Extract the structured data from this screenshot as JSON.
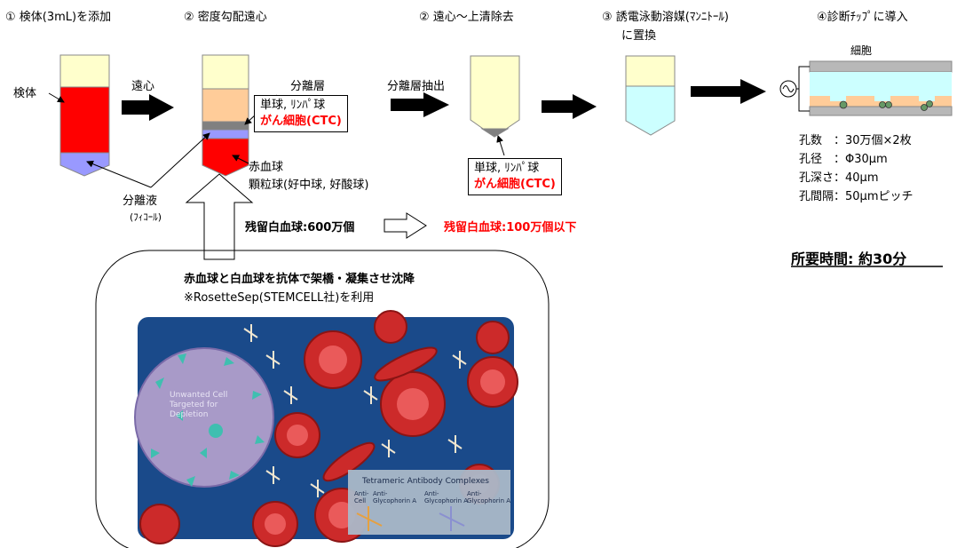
{
  "steps": {
    "s1": "① 検体(3mL)を添加",
    "s2": "② 密度勾配遠心",
    "s3": "② 遠心～上清除去",
    "s4a": "③ 誘電泳動溶媒(ﾏﾝﾆﾄｰﾙ)",
    "s4b": "に置換",
    "s5": "④診断ﾁｯﾌﾟに導入"
  },
  "labels": {
    "specimen": "検体",
    "centrifuge": "遠心",
    "separation_layer": "分離層",
    "separation_extract": "分離層抽出",
    "separation_fluid": "分離液",
    "ficoll": "(ﾌｨｺｰﾙ)",
    "rbc": "赤血球",
    "granulocyte": "顆粒球(好中球, 好酸球)",
    "cell": "細胞"
  },
  "box1": {
    "line1": "単球, ﾘﾝﾊﾟ球",
    "line2": "がん細胞(CTC)"
  },
  "box2": {
    "line1": "単球, ﾘﾝﾊﾟ球",
    "line2": "がん細胞(CTC)"
  },
  "residual": {
    "before": "残留白血球:600万個",
    "after": "残留白血球:100万個以下"
  },
  "chip_specs": {
    "count": "孔数　：30万個×2枚",
    "diameter": "孔径　：Φ30μm",
    "depth": "孔深さ：40μm",
    "pitch": "孔間隔：50μmピッチ"
  },
  "time": "所要時間: 約30分",
  "rosette": {
    "title": "赤血球と白血球を抗体で架橋・凝集させ沈降",
    "note": "※RosetteSep(STEMCELL社)を利用",
    "unwanted_cell": "Unwanted Cell\nTargeted for\nDepletion",
    "complex_title": "Tetrameric Antibody Complexes",
    "legend1a": "Anti-\nCell",
    "legend1b": "Anti-\nGlycophorin A",
    "legend2a": "Anti-\nGlycophorin A",
    "legend2b": "Anti-\nGlycophorin A"
  },
  "colors": {
    "cream": "#ffffcc",
    "blood": "#ff0000",
    "ficoll": "#9999ff",
    "peach": "#ffcc99",
    "light_blue": "#ccffff",
    "photo_bg": "#1a4a8a"
  }
}
